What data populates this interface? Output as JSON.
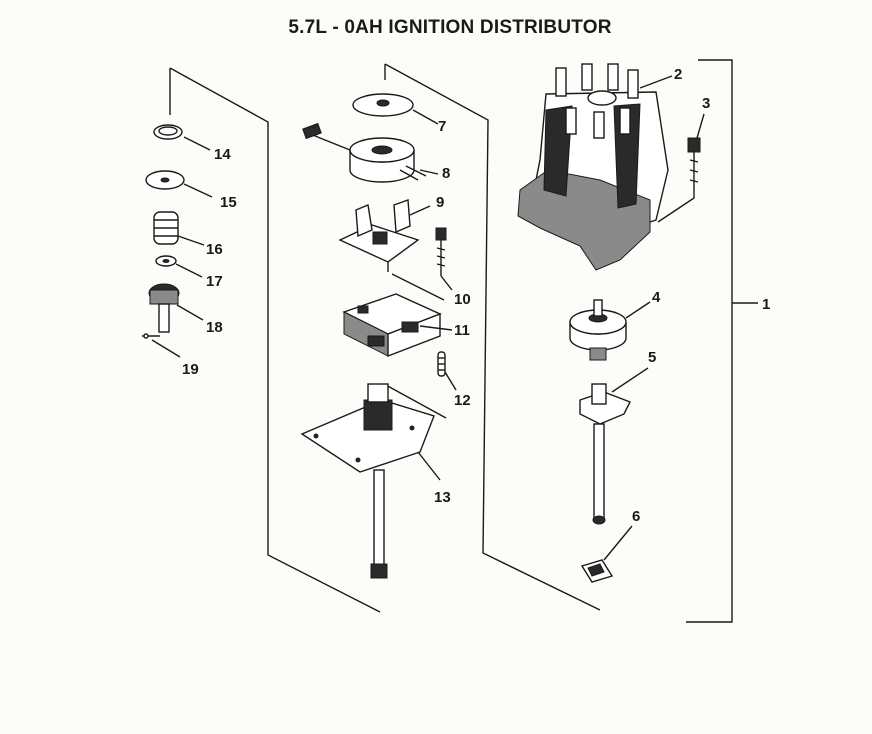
{
  "title": "5.7L - 0AH IGNITION DISTRIBUTOR",
  "callouts": {
    "c1": "1",
    "c2": "2",
    "c3": "3",
    "c4": "4",
    "c5": "5",
    "c6": "6",
    "c7": "7",
    "c8": "8",
    "c9": "9",
    "c10": "10",
    "c11": "11",
    "c12": "12",
    "c13": "13",
    "c14": "14",
    "c15": "15",
    "c16": "16",
    "c17": "17",
    "c18": "18",
    "c19": "19"
  }
}
